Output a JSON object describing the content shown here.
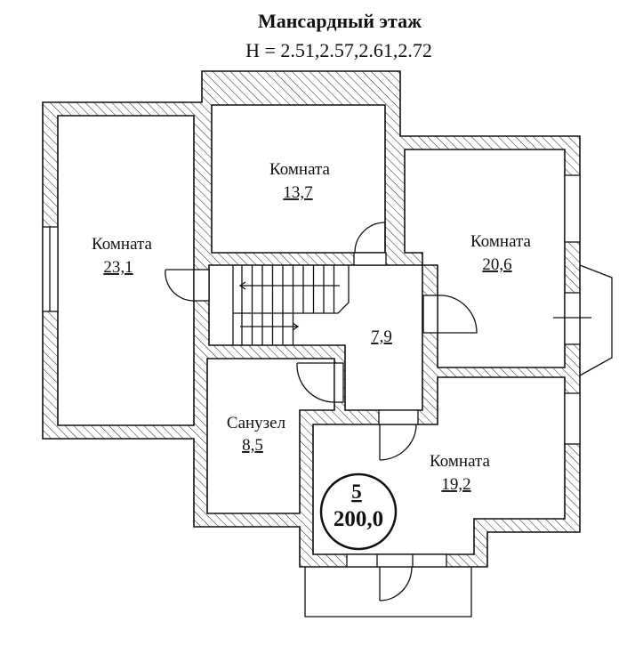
{
  "title": "Мансардный этаж",
  "heights": "H = 2.51,2.57,2.61,2.72",
  "rooms": [
    {
      "name": "Комната",
      "area": "23,1"
    },
    {
      "name": "Комната",
      "area": "13,7"
    },
    {
      "name": "Комната",
      "area": "20,6"
    },
    {
      "name": "",
      "area": "7,9"
    },
    {
      "name": "Санузел",
      "area": "8,5"
    },
    {
      "name": "Комната",
      "area": "19,2"
    }
  ],
  "badge": {
    "floor_number": "5",
    "total_area": "200,0"
  },
  "colors": {
    "line": "#111111",
    "background": "#ffffff"
  }
}
